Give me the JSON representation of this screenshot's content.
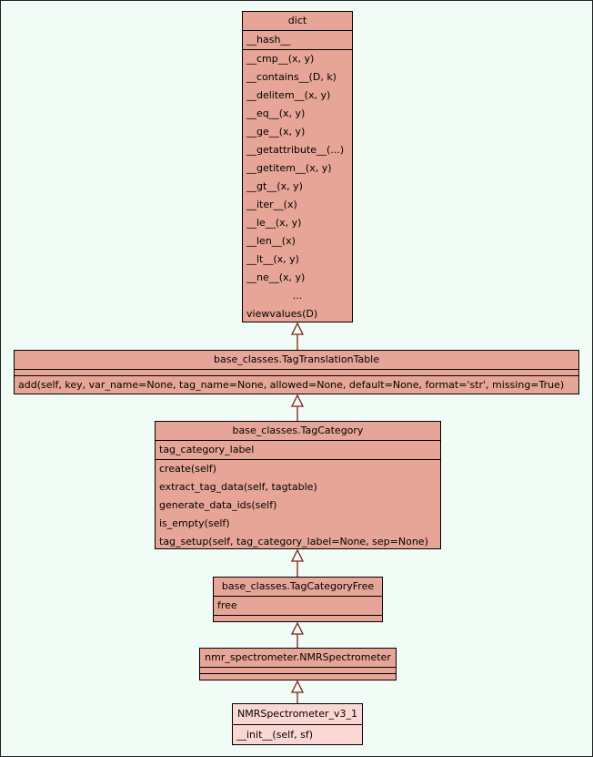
{
  "diagram": {
    "colors": {
      "background": "#F1FCF7",
      "node_fill": "#E6A596",
      "node_fill_light": "#FBD7D4",
      "node_border": "#000000",
      "edge_color": "#7F2015"
    },
    "classes": [
      {
        "title": "dict",
        "attributes": [
          "__hash__"
        ],
        "methods": [
          "__cmp__(x, y)",
          "__contains__(D, k)",
          "__delitem__(x, y)",
          "__eq__(x, y)",
          "__ge__(x, y)",
          "__getattribute__(...)",
          "__getitem__(x, y)",
          "__gt__(x, y)",
          "__iter__(x)",
          "__le__(x, y)",
          "__len__(x)",
          "__lt__(x, y)",
          "__ne__(x, y)",
          "...",
          "viewvalues(D)"
        ]
      },
      {
        "title": "base_classes.TagTranslationTable",
        "attributes": [],
        "methods": [
          "add(self, key, var_name=None, tag_name=None, allowed=None, default=None, format='str', missing=True)"
        ]
      },
      {
        "title": "base_classes.TagCategory",
        "attributes": [
          "tag_category_label"
        ],
        "methods": [
          "create(self)",
          "extract_tag_data(self, tagtable)",
          "generate_data_ids(self)",
          "is_empty(self)",
          "tag_setup(self, tag_category_label=None, sep=None)"
        ]
      },
      {
        "title": "base_classes.TagCategoryFree",
        "attributes": [
          "free"
        ],
        "methods": []
      },
      {
        "title": "nmr_spectrometer.NMRSpectrometer",
        "attributes": [],
        "methods": []
      },
      {
        "title": "NMRSpectrometer_v3_1",
        "attributes": [],
        "methods": [
          "__init__(self, sf)"
        ]
      }
    ]
  }
}
